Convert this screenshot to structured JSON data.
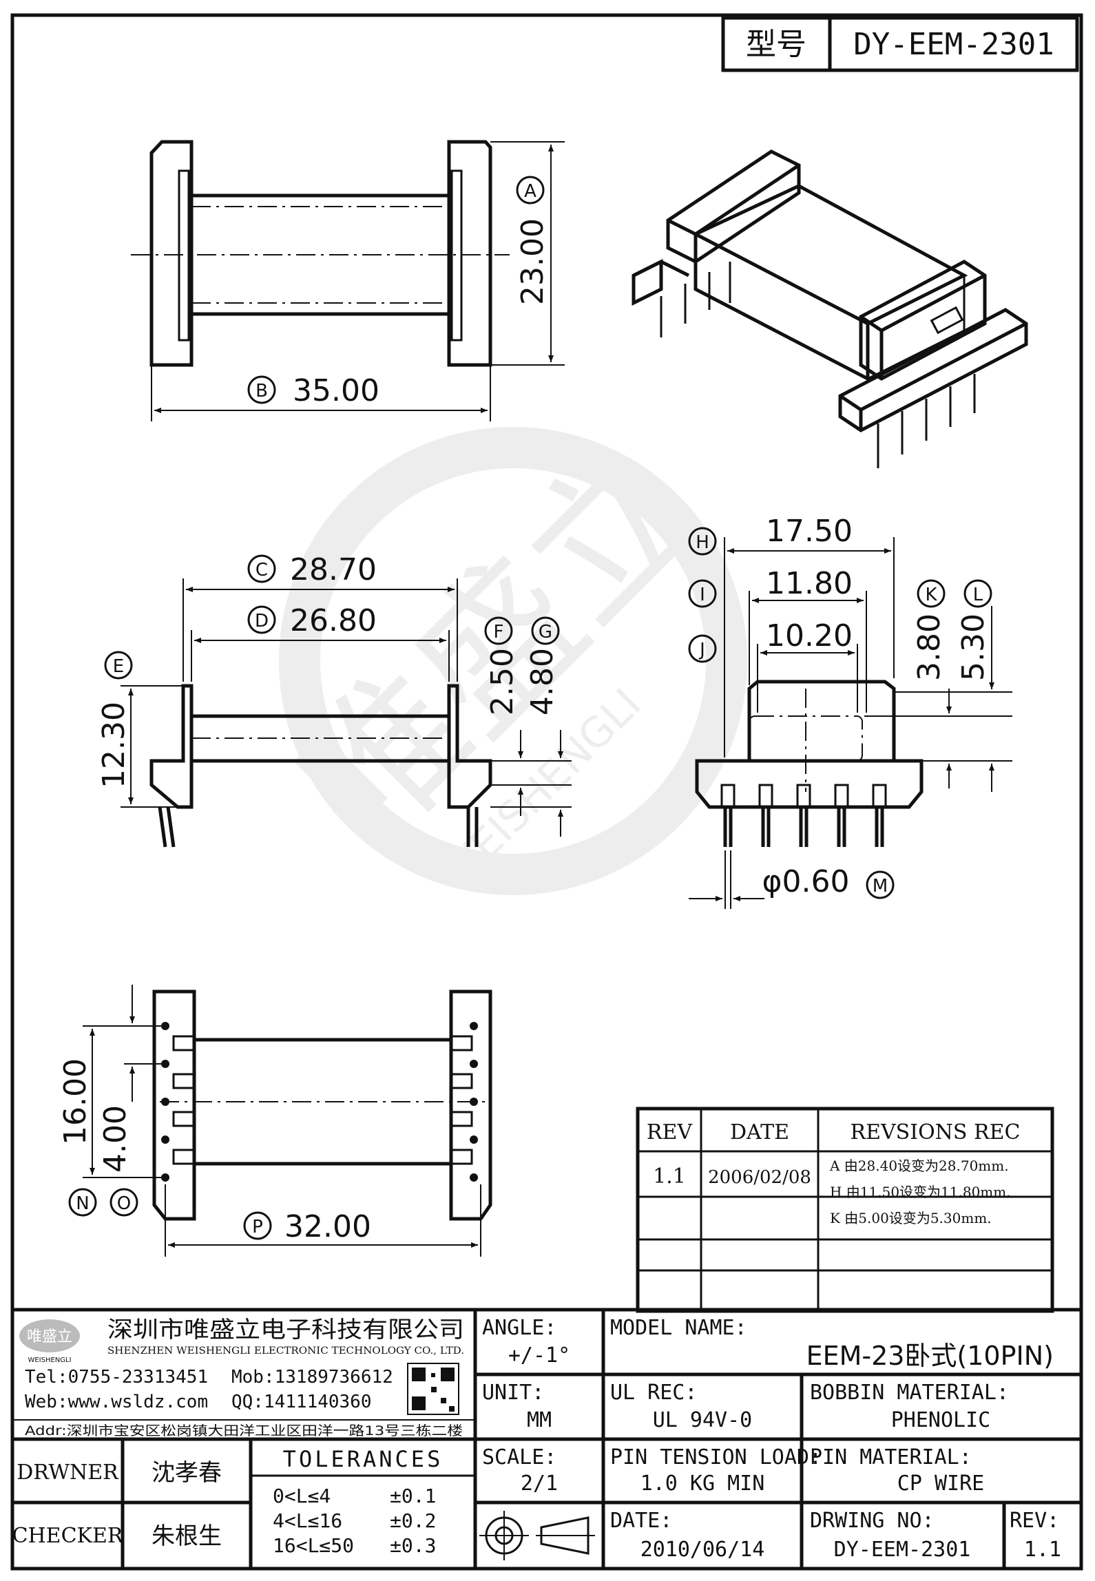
{
  "title_block_top": {
    "label": "型号",
    "value": "DY-EEM-2301"
  },
  "dims": {
    "A": "A",
    "B": "B",
    "C": "C",
    "D": "D",
    "E": "E",
    "F": "F",
    "G": "G",
    "H": "H",
    "I": "I",
    "J": "J",
    "K": "K",
    "L": "L",
    "M": "M",
    "N": "N",
    "O": "O",
    "P": "P",
    "height_23": "23.00",
    "width_35": "35.00",
    "len_2870": "28.70",
    "len_2680": "26.80",
    "h_1230": "12.30",
    "h_250": "2.50",
    "h_480": "4.80",
    "w_1750": "17.50",
    "w_1180": "11.80",
    "w_1020": "10.20",
    "h_380": "3.80",
    "h_530": "5.30",
    "pin_dia": "φ0.60",
    "p_1600": "16.00",
    "p_400": "4.00",
    "p_3200": "32.00"
  },
  "revisions": {
    "headers": [
      "REV",
      "DATE",
      "REVSIONS REC"
    ],
    "rows": [
      {
        "rev": "1.1",
        "date": "2006/02/08",
        "notes": [
          "A 由28.40设变为28.70mm.",
          "H 由11.50设变为11.80mm.",
          "K 由5.00设变为5.30mm."
        ]
      }
    ]
  },
  "company": {
    "logo_text": "唯盛立",
    "logo_sub": "WEISHENGLI",
    "name_cn": "深圳市唯盛立电子科技有限公司",
    "name_en": "SHENZHEN WEISHENGLI ELECTRONIC TECHNOLOGY CO., LTD.",
    "tel": "Tel:0755-23313451",
    "mob": "Mob:13189736612",
    "web": "Web:www.wsldz.com",
    "qq": "QQ:1411140360",
    "addr": "Addr:深圳市宝安区松岗镇大田洋工业区田洋一路13号三栋二楼"
  },
  "watermark": {
    "text": "唯盛立",
    "sub": "WEISHENGLI"
  },
  "title_block": {
    "angle_label": "ANGLE:",
    "angle_value": "+/-1°",
    "model_label": "MODEL NAME:",
    "model_value": "EEM-23卧式(10PIN)",
    "unit_label": "UNIT:",
    "unit_value": "MM",
    "ul_label": "UL REC:",
    "ul_value": "UL 94V-0",
    "bobbin_label": "BOBBIN MATERIAL:",
    "bobbin_value": "PHENOLIC",
    "drawer_label": "DRWNER",
    "drawer_value": "沈孝春",
    "checker_label": "CHECKER",
    "checker_value": "朱根生",
    "tol_label": "TOLERANCES",
    "tolerances": [
      {
        "range": "0<L≤4",
        "tol": "±0.1"
      },
      {
        "range": "4<L≤16",
        "tol": "±0.2"
      },
      {
        "range": "16<L≤50",
        "tol": "±0.3"
      }
    ],
    "scale_label": "SCALE:",
    "scale_value": "2/1",
    "pin_tension_label": "PIN TENSION LOAD:",
    "pin_tension_value": "1.0 KG MIN",
    "pin_material_label": "PIN MATERIAL:",
    "pin_material_value": "CP WIRE",
    "date_label": "DATE:",
    "date_value": "2010/06/14",
    "drwing_label": "DRWING NO:",
    "drwing_value": "DY-EEM-2301",
    "rev_label": "REV:",
    "rev_value": "1.1"
  }
}
